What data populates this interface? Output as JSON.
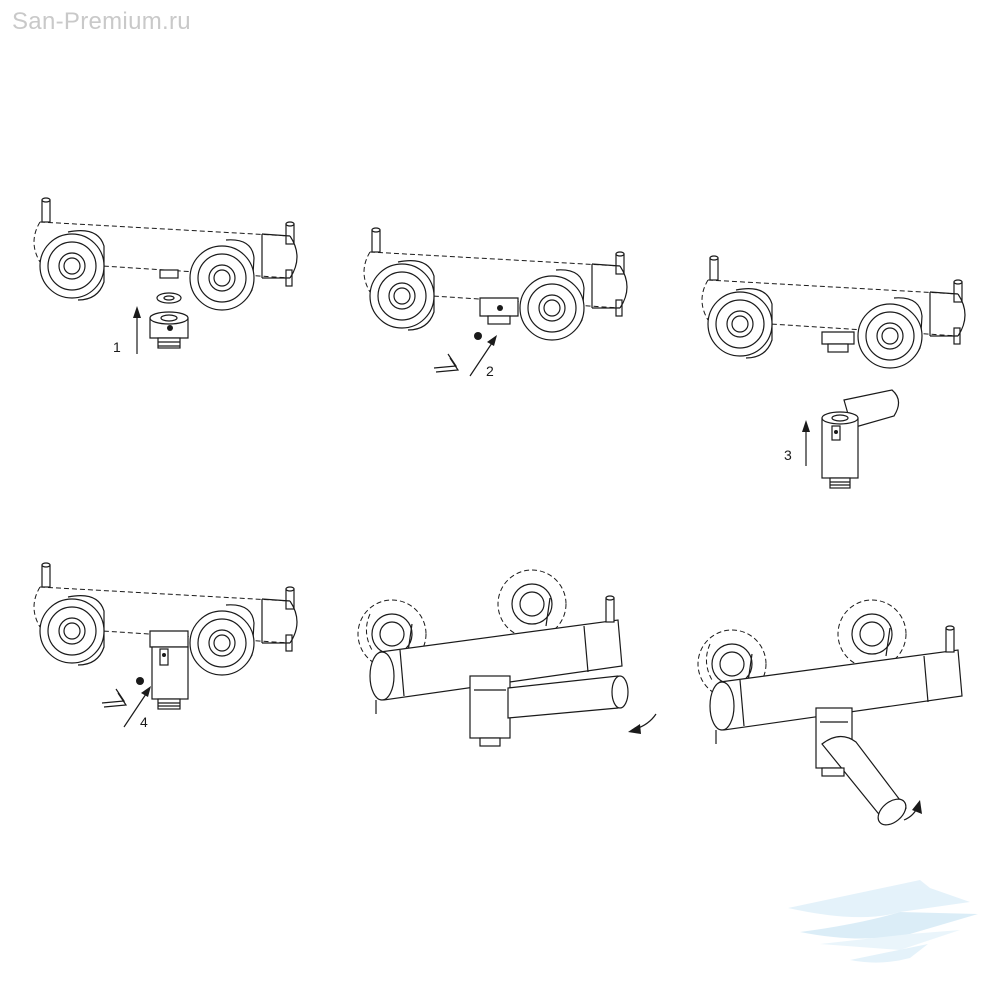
{
  "watermark": {
    "text": "San-Premium.ru",
    "color": "#c9c9c9"
  },
  "logo": {
    "name": "san-premium-logo-icon",
    "color": "#bfe0f2"
  },
  "steps": [
    {
      "label": "1"
    },
    {
      "label": "2"
    },
    {
      "label": "3"
    },
    {
      "label": "4"
    }
  ],
  "icons": [
    "arrow-up-icon",
    "allen-key-icon",
    "grub-screw-icon",
    "rotate-arrow-icon"
  ],
  "line_color": "#1a1a1a"
}
